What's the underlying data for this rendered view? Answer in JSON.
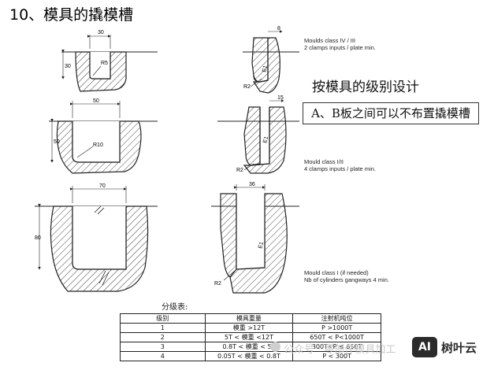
{
  "title": "10、模具的撬模槽",
  "heading": "按模具的级别设计",
  "boxed_note": "A、B板之间可以不布置撬模槽",
  "class_notes": {
    "class_iv_iii": [
      "Moulds class IV / III",
      "2 clamps inputs / plate min."
    ],
    "class_i_ii": [
      "Mould class I/II",
      "4 clamps inputs / plate min."
    ],
    "class_i": [
      "Mould class I (if needed)",
      "Nb of cylinders gangways 4 min."
    ]
  },
  "dimensions": {
    "slot1_width": "30",
    "slot1_depth": "30",
    "slot1_radius": "R5",
    "slot2_width": "50",
    "slot2_depth": "50",
    "slot2_radius": "R10",
    "slot3_width": "70",
    "slot3_depth": "80",
    "right1_width": "8",
    "right1_radius": "R2",
    "right1_angle": "E1",
    "right2_width": "15",
    "right2_radius": "R2",
    "right2_angle": "E1",
    "right3_width": "36",
    "right3_radius": "R2",
    "right3_angle": "E1"
  },
  "table": {
    "caption": "分级表:",
    "headers": [
      "级别",
      "模具重量",
      "注射机吨位"
    ],
    "rows": [
      [
        "1",
        "模重 >12T",
        "P >1000T"
      ],
      [
        "2",
        "5T < 模重 <12T",
        "650T < P<1000T"
      ],
      [
        "3",
        "0.8T < 模重 < 5T",
        "300T<P ≤ 650T"
      ],
      [
        "4",
        "0.05T < 模重 < 0.8T",
        "P < 300T"
      ]
    ]
  },
  "watermark": "公众号 · 零部件模具加工",
  "logo": {
    "badge": "AI",
    "name": "树叶云"
  }
}
